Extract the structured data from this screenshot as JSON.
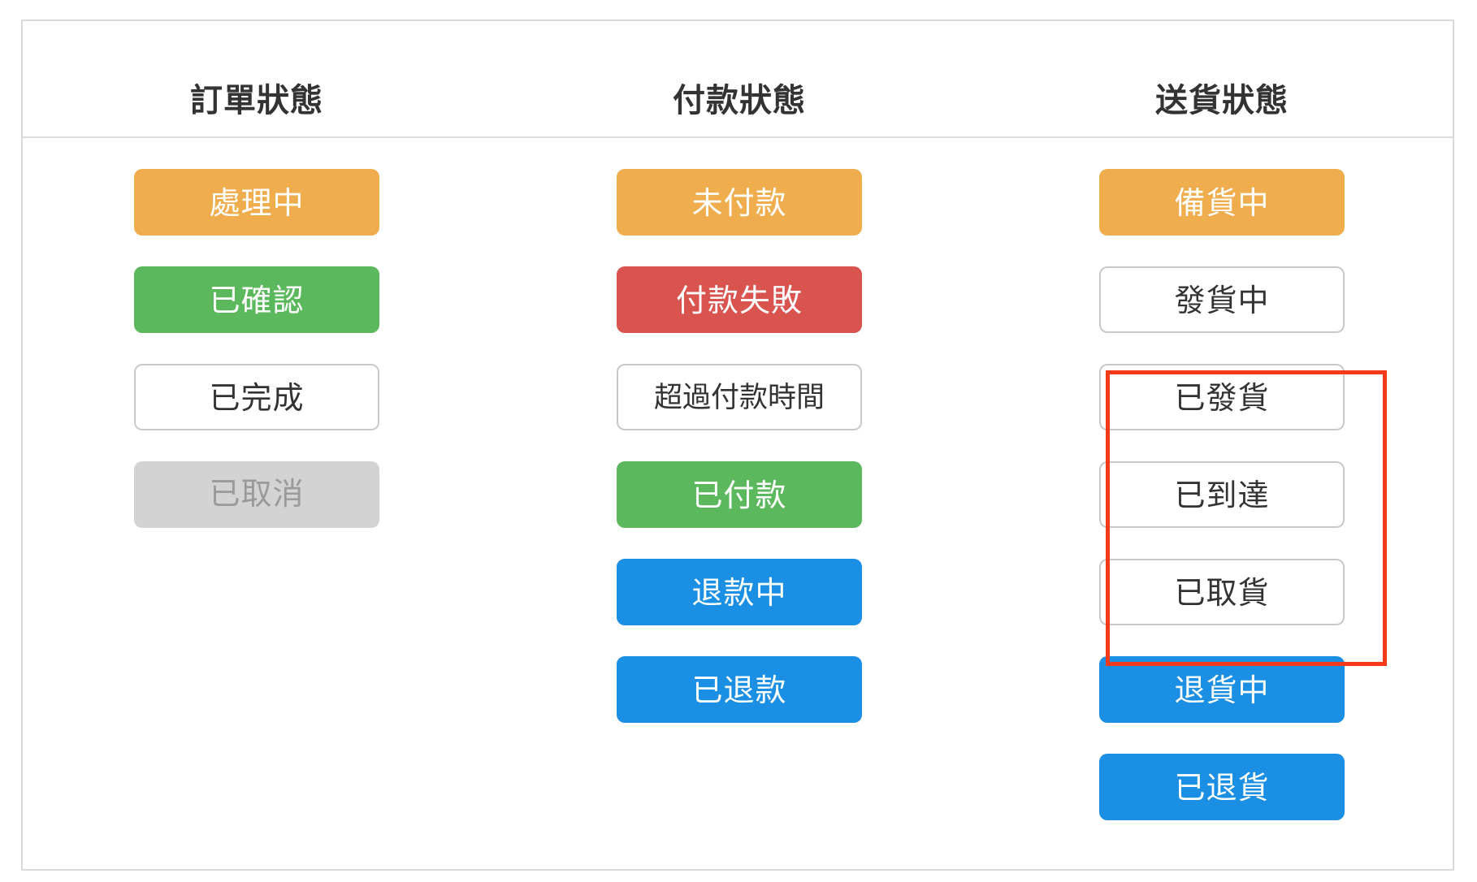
{
  "columns": [
    {
      "title": "訂單狀態",
      "badges": [
        {
          "label": "處理中",
          "style": "orange"
        },
        {
          "label": "已確認",
          "style": "green"
        },
        {
          "label": "已完成",
          "style": "outline"
        },
        {
          "label": "已取消",
          "style": "gray"
        }
      ]
    },
    {
      "title": "付款狀態",
      "badges": [
        {
          "label": "未付款",
          "style": "orange"
        },
        {
          "label": "付款失敗",
          "style": "red"
        },
        {
          "label": "超過付款時間",
          "style": "outline"
        },
        {
          "label": "已付款",
          "style": "green"
        },
        {
          "label": "退款中",
          "style": "blue"
        },
        {
          "label": "已退款",
          "style": "blue"
        }
      ]
    },
    {
      "title": "送貨狀態",
      "badges": [
        {
          "label": "備貨中",
          "style": "orange"
        },
        {
          "label": "發貨中",
          "style": "outline"
        },
        {
          "label": "已發貨",
          "style": "outline"
        },
        {
          "label": "已到達",
          "style": "outline"
        },
        {
          "label": "已取貨",
          "style": "outline"
        },
        {
          "label": "退貨中",
          "style": "blue"
        },
        {
          "label": "已退貨",
          "style": "blue"
        }
      ]
    }
  ],
  "colors": {
    "orange": "#f0ad4e",
    "green": "#5cb85c",
    "red": "#d9534f",
    "blue": "#1a8fe3",
    "gray": "#d3d3d3",
    "highlight": "#f53a1a"
  }
}
